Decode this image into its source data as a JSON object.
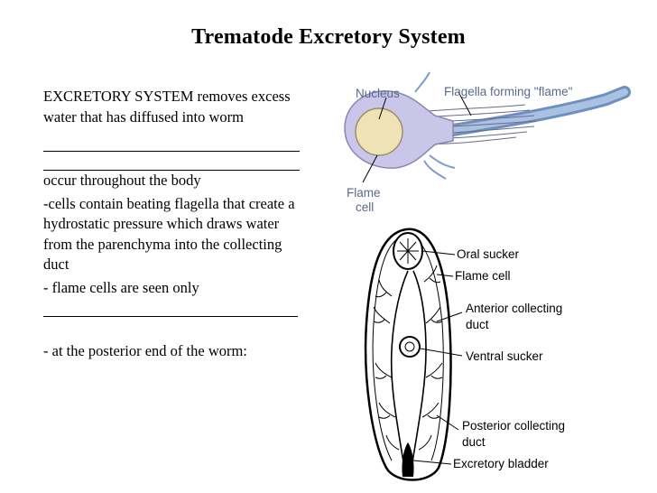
{
  "slide": {
    "title": "Trematode Excretory System",
    "intro": "EXCRETORY SYSTEM removes excess water that has diffused into worm",
    "occur_text": "occur throughout the body",
    "bullet_cells": "-cells contain beating flagella that create a hydrostatic pressure which draws water from the parenchyma into the collecting duct",
    "bullet_flame": "- flame cells are seen only",
    "bullet_posterior": "- at the posterior end of the worm:"
  },
  "flame_cell_figure": {
    "label_nucleus": "Nucleus",
    "label_flagella": "Flagella forming \"flame\"",
    "label_flame_line1": "Flame",
    "label_flame_line2": "cell"
  },
  "fluke_figure": {
    "label_oral_sucker": "Oral sucker",
    "label_flame_cell": "Flame cell",
    "label_anterior_line1": "Anterior collecting",
    "label_anterior_line2": "duct",
    "label_ventral_sucker": "Ventral sucker",
    "label_posterior_line1": "Posterior collecting",
    "label_posterior_line2": "duct",
    "label_excretory_bladder": "Excretory bladder"
  },
  "colors": {
    "cell_body": "#c9c6ea",
    "nucleus": "#efe3b5",
    "duct": "#8fb0d8"
  }
}
